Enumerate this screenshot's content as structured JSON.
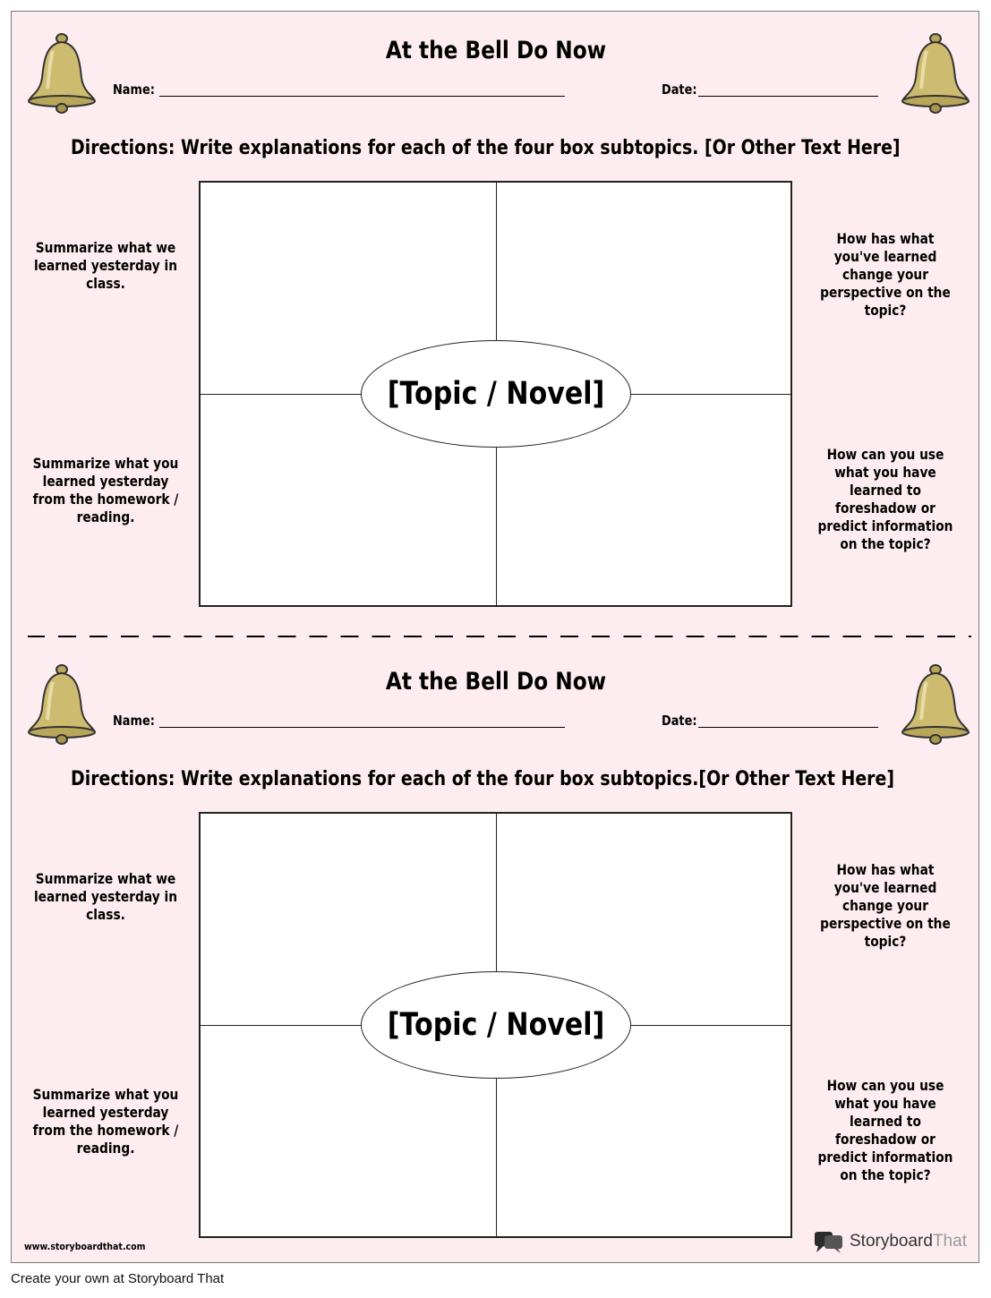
{
  "worksheets": [
    {
      "title": "At the Bell Do Now",
      "name_label": "Name:",
      "date_label": "Date:",
      "directions": "Directions: Write explanations for each of the four box subtopics. [Or Other Text Here]",
      "center_topic": "[Topic / Novel]",
      "prompts": {
        "top_left": "Summarize what we learned yesterday in class.",
        "top_right": "How has what you've learned change your perspective on the topic?",
        "bottom_left": "Summarize what you learned yesterday from the homework / reading.",
        "bottom_right": "How can you use what you have learned to foreshadow or predict information on the topic?"
      }
    },
    {
      "title": "At the Bell Do Now",
      "name_label": "Name:",
      "date_label": "Date:",
      "directions": "Directions: Write explanations for each of the four box subtopics.[Or Other Text Here]",
      "center_topic": "[Topic / Novel]",
      "prompts": {
        "top_left": "Summarize what we learned yesterday in class.",
        "top_right": "How has what you've learned change your perspective on the topic?",
        "bottom_left": "Summarize what you learned yesterday from the homework / reading.",
        "bottom_right": "How can you use what you have learned to foreshadow or predict information on the topic?"
      }
    }
  ],
  "website": "www.storyboardthat.com",
  "logo": {
    "word_bold": "Storyboard",
    "word_light": "That"
  },
  "footer_text": "Create your own at Storyboard That",
  "colors": {
    "page_background": "#fdedf1",
    "bell": "#c9b66a"
  },
  "icons": [
    "bell-icon",
    "storyboardthat-logo-icon"
  ]
}
